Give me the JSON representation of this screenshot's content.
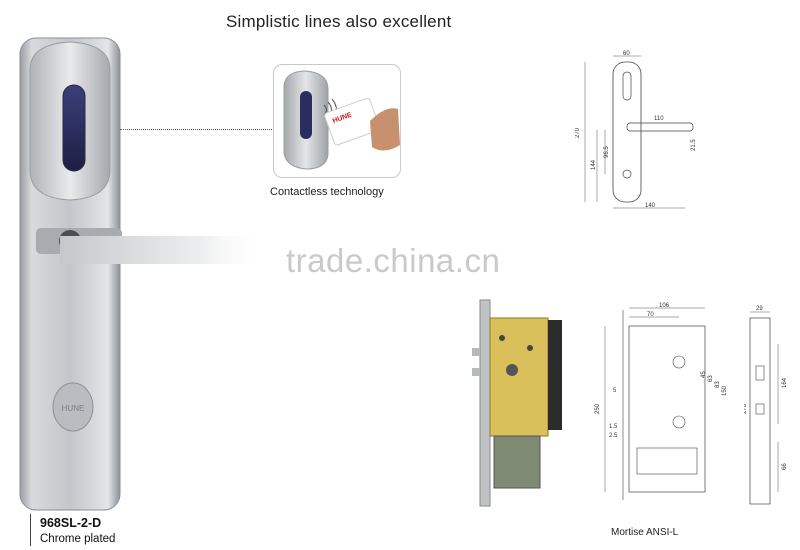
{
  "headline": "Simplistic lines also excellent",
  "inset": {
    "caption": "Contactless technology",
    "card_brand": "HUNE"
  },
  "lock_photo": {
    "keyhole_brand": "HUNE"
  },
  "watermark": "trade.china.cn",
  "product": {
    "model": "968SL-2-D",
    "finish": "Chrome plated"
  },
  "handle_drawing": {
    "dimensions": {
      "top_width": "60",
      "lever_length": "110",
      "total_height": "270",
      "keyhole_height": "144",
      "lever_height": "96.5",
      "lever_thickness": "21.5",
      "bottom_width": "140"
    }
  },
  "mortise_drawing": {
    "caption": "Mortise ANSI-L",
    "dimensions": {
      "case_width": "106",
      "backset": "70",
      "case_height": "250",
      "d_45": "45",
      "d_63": "63",
      "d_83": "83",
      "d_150": "150",
      "d_5": "5",
      "d_1_5": "1.5",
      "d_2_5": "2.5"
    }
  },
  "faceplate_drawing": {
    "dimensions": {
      "width": "29",
      "height": "270",
      "upper": "164",
      "lower": "66"
    }
  }
}
